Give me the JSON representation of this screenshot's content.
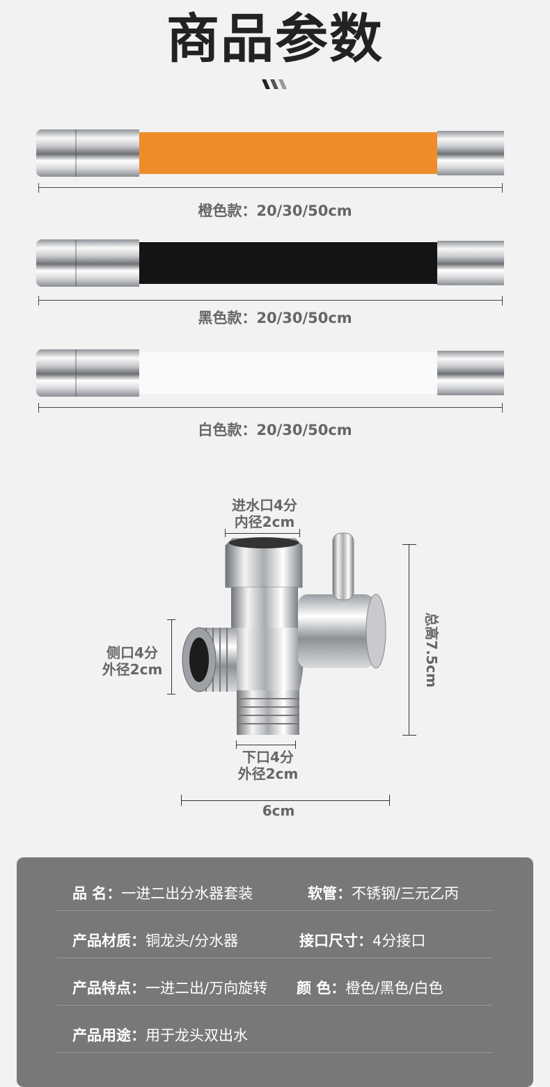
{
  "header": {
    "title": "商品参数"
  },
  "hoses": [
    {
      "label": "橙色款：20/30/50cm",
      "color": "#ee8c2a"
    },
    {
      "label": "黑色款：20/30/50cm",
      "color": "#141414"
    },
    {
      "label": "白色款：20/30/50cm",
      "color": "#fafafa"
    }
  ],
  "diverter": {
    "inlet_line1": "进水口4分",
    "inlet_line2": "内径2cm",
    "side_line1": "侧口4分",
    "side_line2": "外径2cm",
    "bottom_line1": "下口4分",
    "bottom_line2": "外径2cm",
    "height": "总高7.5cm",
    "width": "6cm"
  },
  "specs": {
    "name_label": "品  名：",
    "name_value": "一进二出分水器套装",
    "hose_label": "软管：",
    "hose_value": "不锈钢/三元乙丙",
    "material_label": "产品材质：",
    "material_value": "铜龙头/分水器",
    "interface_label": "接口尺寸：",
    "interface_value": "4分接口",
    "feature_label": "产品特点：",
    "feature_value": "一进二出/万向旋转",
    "color_label": "颜  色：",
    "color_value": "橙色/黑色/白色",
    "usage_label": "产品用途：",
    "usage_value": "用于龙头双出水"
  }
}
